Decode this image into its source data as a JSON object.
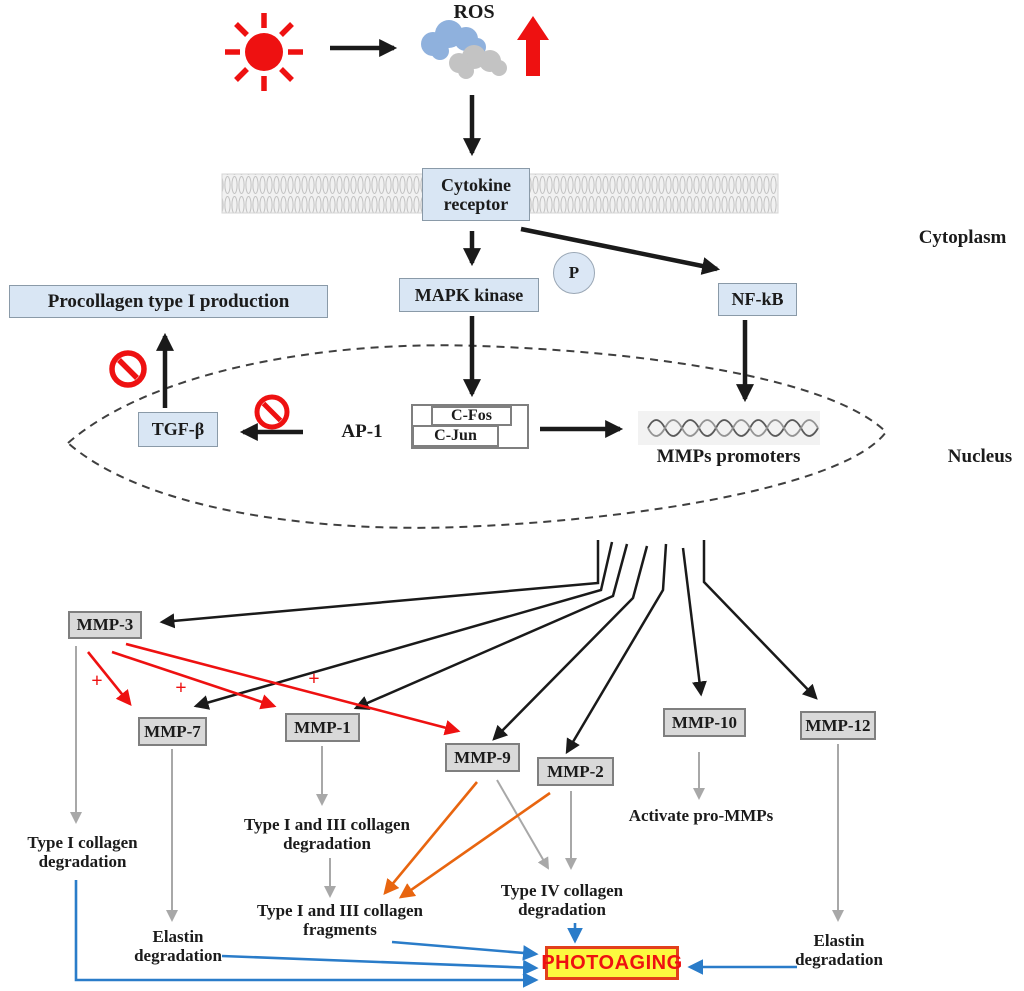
{
  "top": {
    "ros": "ROS"
  },
  "regions": {
    "cytoplasm": "Cytoplasm",
    "nucleus": "Nucleus"
  },
  "nodes": {
    "cytokine_receptor": "Cytokine receptor",
    "procollagen": "Procollagen type I production",
    "mapk_kinase": "MAPK kinase",
    "phospho": "P",
    "nfkb": "NF-kB",
    "tgfb": "TGF-β",
    "ap1": "AP-1",
    "cfos": "C-Fos",
    "cjun": "C-Jun",
    "mmps_promoters": "MMPs promoters"
  },
  "mmps": {
    "mmp3": "MMP-3",
    "mmp7": "MMP-7",
    "mmp1": "MMP-1",
    "mmp9": "MMP-9",
    "mmp2": "MMP-2",
    "mmp10": "MMP-10",
    "mmp12": "MMP-12"
  },
  "plus_sign": "+",
  "outcomes": {
    "type1_collagen": "Type I collagen degradation",
    "elastin_left": "Elastin degradation",
    "type1_3_degradation": "Type I and III collagen degradation",
    "type1_3_fragments": "Type I and III collagen fragments",
    "activate_pro_mmps": "Activate pro-MMPs",
    "type4_collagen": "Type IV collagen degradation",
    "elastin_right": "Elastin degradation",
    "photoaging": "PHOTOAGING"
  },
  "colors": {
    "red": "#ee1111",
    "orange": "#e8650f",
    "blue": "#2a7cc9",
    "gray_arrow": "#a8a8a8",
    "node_blue_fill": "#d9e6f4",
    "mmp_gray_fill": "#d9d9d9",
    "photoaging_fill": "#fcf93f",
    "photoaging_border": "#e2401c",
    "photoaging_text": "#ee1111"
  }
}
